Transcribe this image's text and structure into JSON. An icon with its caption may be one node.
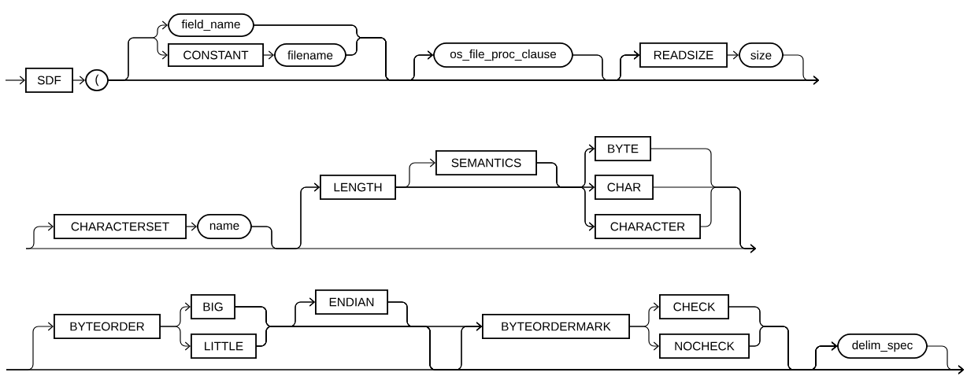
{
  "diagram": {
    "nodes": [
      {
        "text": [
          "SDF"
        ]
      },
      {
        "text": [
          "("
        ]
      },
      {
        "text": [
          "field_name"
        ]
      },
      {
        "text": [
          "CONSTANT"
        ]
      },
      {
        "text": [
          "filename"
        ]
      },
      {
        "text": [
          "os_file_proc_clause"
        ]
      },
      {
        "text": [
          "READSIZE"
        ]
      },
      {
        "text": [
          "size"
        ]
      },
      {
        "text": [
          "CHARACTERSET"
        ]
      },
      {
        "text": [
          "name"
        ]
      },
      {
        "text": [
          "LENGTH"
        ]
      },
      {
        "text": [
          "SEMANTICS"
        ]
      },
      {
        "text": [
          "BYTE"
        ]
      },
      {
        "text": [
          "CHAR"
        ]
      },
      {
        "text": [
          "CHARACTER"
        ]
      },
      {
        "text": [
          "BYTEORDER"
        ]
      },
      {
        "text": [
          "BIG"
        ]
      },
      {
        "text": [
          "LITTLE"
        ]
      },
      {
        "text": [
          "ENDIAN"
        ]
      },
      {
        "text": [
          "BYTEORDERMARK"
        ]
      },
      {
        "text": [
          "CHECK"
        ]
      },
      {
        "text": [
          "NOCHECK"
        ]
      },
      {
        "text": [
          "delim_spec"
        ]
      }
    ],
    "edges": [
      {
        "from": null,
        "to": 0,
        "arrow": "to"
      },
      {
        "from": 0,
        "to": 1,
        "arrow": "to"
      },
      {
        "from": 1,
        "to": 2,
        "arrow": "to"
      },
      {
        "from": 1,
        "to": 3,
        "arrow": "to"
      },
      {
        "from": 3,
        "to": 4,
        "arrow": "to"
      },
      {
        "from": 1,
        "to": 5,
        "arrow": "to"
      },
      {
        "from": 2,
        "to": 5,
        "arrow": "to"
      },
      {
        "from": 4,
        "to": 5,
        "arrow": "to"
      },
      {
        "from": 1,
        "to": 6,
        "arrow": "to"
      },
      {
        "from": 2,
        "to": 6,
        "arrow": "to"
      },
      {
        "from": 4,
        "to": 6,
        "arrow": "to"
      },
      {
        "from": 5,
        "to": 6,
        "arrow": "to"
      },
      {
        "from": 6,
        "to": 7,
        "arrow": "to"
      },
      {
        "from": 1,
        "to": null,
        "arrow": "to"
      },
      {
        "from": 2,
        "to": null,
        "arrow": "to"
      },
      {
        "from": 4,
        "to": null,
        "arrow": "to"
      },
      {
        "from": 5,
        "to": null,
        "arrow": "to"
      },
      {
        "from": 7,
        "to": null,
        "arrow": "to"
      },
      {
        "from": null,
        "to": 8,
        "arrow": "to"
      },
      {
        "from": null,
        "to": 10,
        "arrow": "to"
      },
      {
        "from": 8,
        "to": 9,
        "arrow": "to"
      },
      {
        "from": 9,
        "to": 10,
        "arrow": "to"
      },
      {
        "from": 9,
        "to": null,
        "arrow": "to"
      },
      {
        "from": 10,
        "to": 11,
        "arrow": "to"
      },
      {
        "from": 10,
        "to": 12,
        "arrow": "to"
      },
      {
        "from": 10,
        "to": 13,
        "arrow": "to"
      },
      {
        "from": 10,
        "to": 14,
        "arrow": "to"
      },
      {
        "from": 11,
        "to": 12,
        "arrow": "to"
      },
      {
        "from": 11,
        "to": 13,
        "arrow": "to"
      },
      {
        "from": 11,
        "to": 14,
        "arrow": "to"
      },
      {
        "from": 12,
        "to": null,
        "arrow": "to"
      },
      {
        "from": 13,
        "to": null,
        "arrow": "to"
      },
      {
        "from": 14,
        "to": null,
        "arrow": "to"
      },
      {
        "from": null,
        "to": 15,
        "arrow": "to"
      },
      {
        "from": 15,
        "to": 16,
        "arrow": "to"
      },
      {
        "from": 15,
        "to": 17,
        "arrow": "to"
      },
      {
        "from": 16,
        "to": 18,
        "arrow": "to"
      },
      {
        "from": 17,
        "to": 18,
        "arrow": "to"
      },
      {
        "from": 16,
        "to": 19,
        "arrow": "to"
      },
      {
        "from": 17,
        "to": 19,
        "arrow": "to"
      },
      {
        "from": 18,
        "to": 19,
        "arrow": "to"
      },
      {
        "from": null,
        "to": 19,
        "arrow": "to"
      },
      {
        "from": 16,
        "to": 22,
        "arrow": "to"
      },
      {
        "from": 17,
        "to": 22,
        "arrow": "to"
      },
      {
        "from": 18,
        "to": 22,
        "arrow": "to"
      },
      {
        "from": null,
        "to": 22,
        "arrow": "to"
      },
      {
        "from": 19,
        "to": 20,
        "arrow": "to"
      },
      {
        "from": 19,
        "to": 21,
        "arrow": "to"
      },
      {
        "from": 20,
        "to": 22,
        "arrow": "to"
      },
      {
        "from": 21,
        "to": 22,
        "arrow": "to"
      },
      {
        "from": 20,
        "to": null,
        "arrow": "to"
      },
      {
        "from": 21,
        "to": null,
        "arrow": "to"
      },
      {
        "from": 22,
        "to": null,
        "arrow": "to"
      },
      {
        "from": 16,
        "to": null,
        "arrow": "to"
      },
      {
        "from": 17,
        "to": null,
        "arrow": "to"
      },
      {
        "from": 18,
        "to": null,
        "arrow": "to"
      }
    ]
  }
}
